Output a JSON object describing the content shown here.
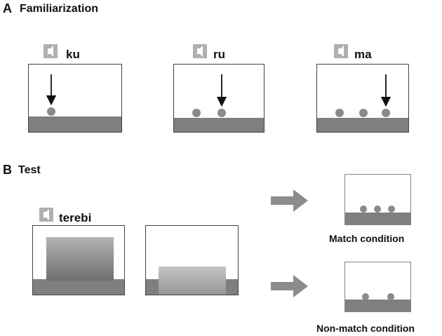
{
  "section_a": {
    "letter": "A",
    "title": "Familiarization"
  },
  "section_b": {
    "letter": "B",
    "title": "Test"
  },
  "familiarization": [
    {
      "word": "ku",
      "balls": 1
    },
    {
      "word": "ru",
      "balls": 2
    },
    {
      "word": "ma",
      "balls": 3
    }
  ],
  "test": {
    "word": "terebi",
    "match_label": "Match condition",
    "match_balls": 3,
    "nonmatch_label": "Non-match condition",
    "nonmatch_balls": 2
  },
  "colors": {
    "ground": "#7f7f7f",
    "ball": "#8a8a8a",
    "speaker": "#b0b0ac",
    "box_border": "#444444",
    "arrow": "#8c8c8c"
  }
}
